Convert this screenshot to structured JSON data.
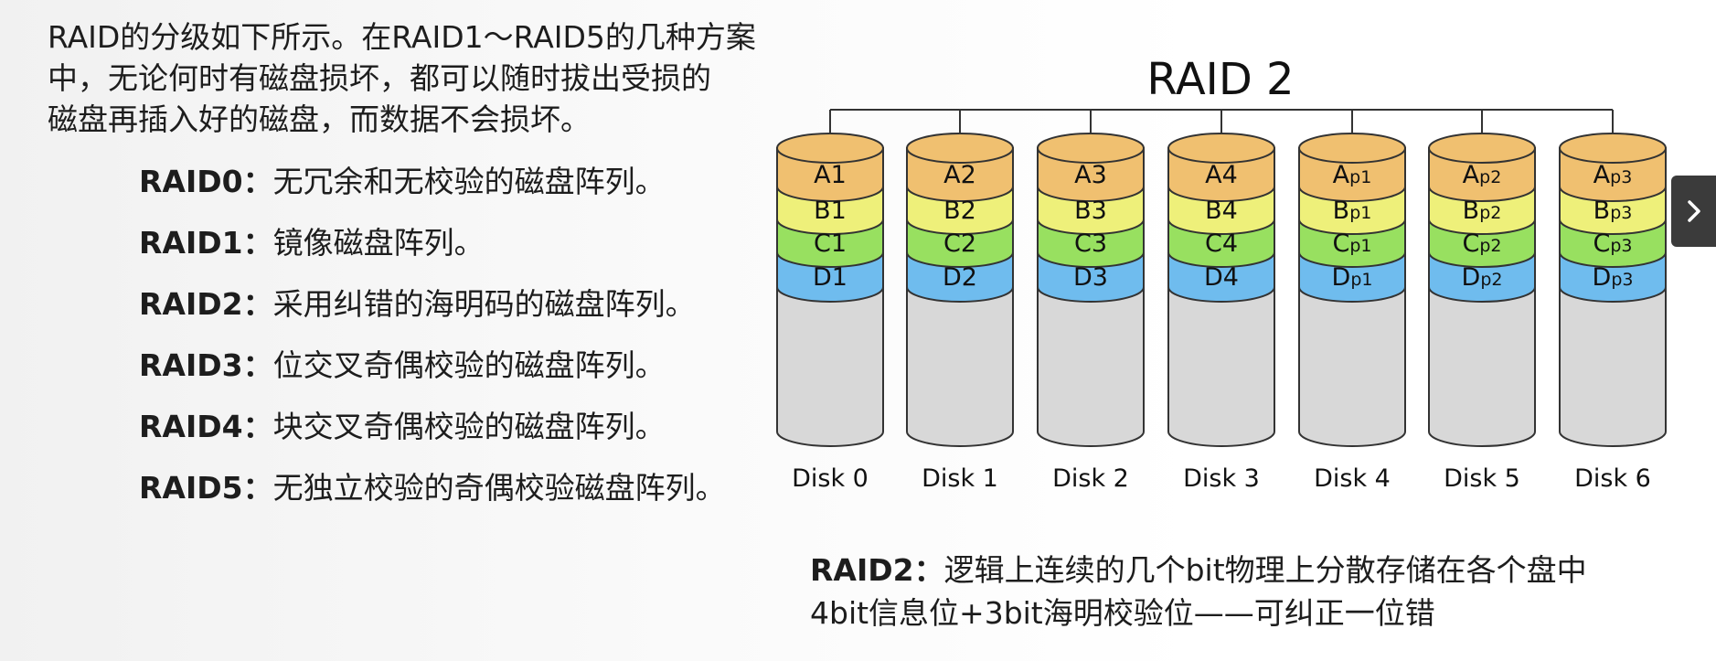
{
  "question": {
    "lines": [
      "RAID的分级如下所示。在RAID1～RAID5的几种方案",
      "中，无论何时有磁盘损坏，都可以随时拔出受损的",
      "磁盘再插入好的磁盘，而数据不会损坏。"
    ]
  },
  "levels": [
    {
      "key": "RAID0：",
      "text": "无冗余和无校验的磁盘阵列。"
    },
    {
      "key": "RAID1：",
      "text": "镜像磁盘阵列。"
    },
    {
      "key": "RAID2：",
      "text": "采用纠错的海明码的磁盘阵列。"
    },
    {
      "key": "RAID3：",
      "text": "位交叉奇偶校验的磁盘阵列。"
    },
    {
      "key": "RAID4：",
      "text": "块交叉奇偶校验的磁盘阵列。"
    },
    {
      "key": "RAID5：",
      "text": "无独立校验的奇偶校验磁盘阵列。"
    }
  ],
  "diagram": {
    "title": "RAID 2",
    "colors": {
      "A": "#f0c070",
      "B": "#eef07a",
      "C": "#98e060",
      "D": "#6fbcee",
      "body": "#d8d8d8",
      "stroke": "#333333"
    },
    "disks": [
      {
        "label": "Disk 0",
        "blocks": [
          {
            "main": "A1",
            "sub": ""
          },
          {
            "main": "B1",
            "sub": ""
          },
          {
            "main": "C1",
            "sub": ""
          },
          {
            "main": "D1",
            "sub": ""
          }
        ]
      },
      {
        "label": "Disk 1",
        "blocks": [
          {
            "main": "A2",
            "sub": ""
          },
          {
            "main": "B2",
            "sub": ""
          },
          {
            "main": "C2",
            "sub": ""
          },
          {
            "main": "D2",
            "sub": ""
          }
        ]
      },
      {
        "label": "Disk 2",
        "blocks": [
          {
            "main": "A3",
            "sub": ""
          },
          {
            "main": "B3",
            "sub": ""
          },
          {
            "main": "C3",
            "sub": ""
          },
          {
            "main": "D3",
            "sub": ""
          }
        ]
      },
      {
        "label": "Disk 3",
        "blocks": [
          {
            "main": "A4",
            "sub": ""
          },
          {
            "main": "B4",
            "sub": ""
          },
          {
            "main": "C4",
            "sub": ""
          },
          {
            "main": "D4",
            "sub": ""
          }
        ]
      },
      {
        "label": "Disk 4",
        "blocks": [
          {
            "main": "A",
            "sub": "p1"
          },
          {
            "main": "B",
            "sub": "p1"
          },
          {
            "main": "C",
            "sub": "p1"
          },
          {
            "main": "D",
            "sub": "p1"
          }
        ]
      },
      {
        "label": "Disk 5",
        "blocks": [
          {
            "main": "A",
            "sub": "p2"
          },
          {
            "main": "B",
            "sub": "p2"
          },
          {
            "main": "C",
            "sub": "p2"
          },
          {
            "main": "D",
            "sub": "p2"
          }
        ]
      },
      {
        "label": "Disk 6",
        "blocks": [
          {
            "main": "A",
            "sub": "p3"
          },
          {
            "main": "B",
            "sub": "p3"
          },
          {
            "main": "C",
            "sub": "p3"
          },
          {
            "main": "D",
            "sub": "p3"
          }
        ]
      }
    ]
  },
  "note": {
    "line1_key": "RAID2：",
    "line1_text": "逻辑上连续的几个bit物理上分散存储在各个盘中",
    "line2": "4bit信息位+3bit海明校验位——可纠正一位错"
  },
  "nav": {
    "next_icon": "chevron-right-icon"
  }
}
